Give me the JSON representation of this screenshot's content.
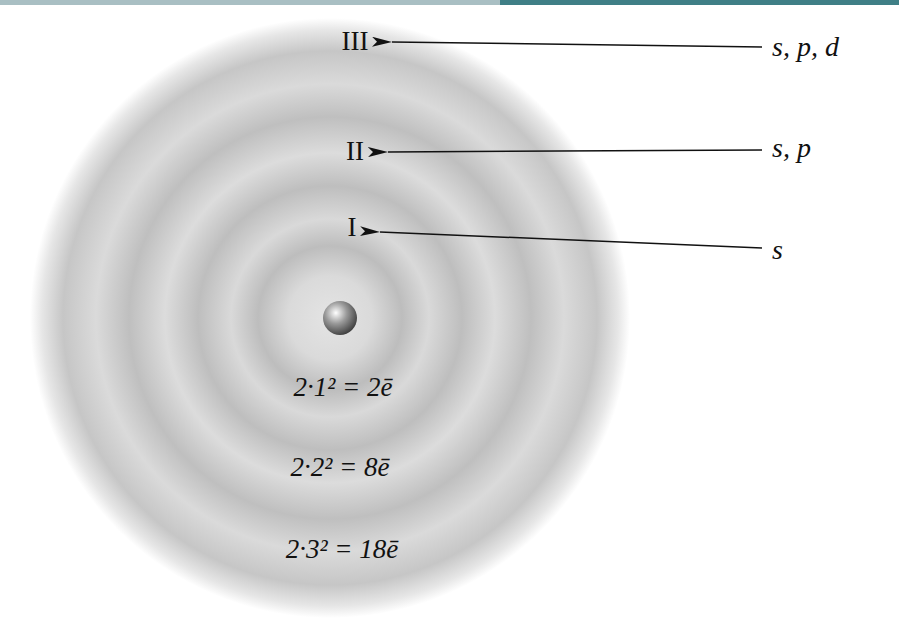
{
  "diagram": {
    "labels": [
      "III",
      "s, p, d",
      "II",
      "s, p",
      "I",
      "s",
      "2·1² = 2ē",
      "2·2² = 8ē",
      "2·3² = 18ē"
    ]
  }
}
